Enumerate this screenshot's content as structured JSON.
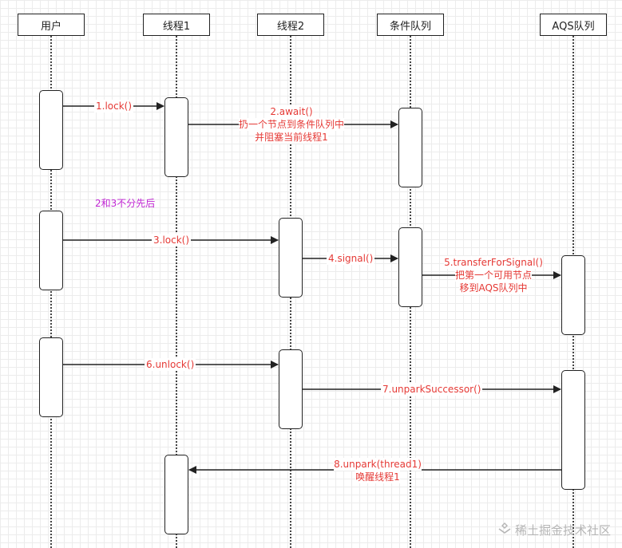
{
  "participants": {
    "user": "用户",
    "thread1": "线程1",
    "thread2": "线程2",
    "condition_queue": "条件队列",
    "aqs_queue": "AQS队列"
  },
  "messages": {
    "m1": "1.lock()",
    "m2_line1": "2.await()",
    "m2_line2": "扔一个节点到条件队列中",
    "m2_line3": "并阻塞当前线程1",
    "m3": "3.lock()",
    "m4": "4.signal()",
    "m5_line1": "5.transferForSignal()",
    "m5_line2": "把第一个可用节点",
    "m5_line3": "移到AQS队列中",
    "m6": "6.unlock()",
    "m7": "7.unparkSuccessor()",
    "m8_line1": "8.unpark(thread1)",
    "m8_line2": "唤醒线程1"
  },
  "note": "2和3不分先后",
  "watermark": "稀土掘金技术社区",
  "colors": {
    "message_label": "#e53935",
    "note": "#c026d3",
    "line": "#222222"
  }
}
